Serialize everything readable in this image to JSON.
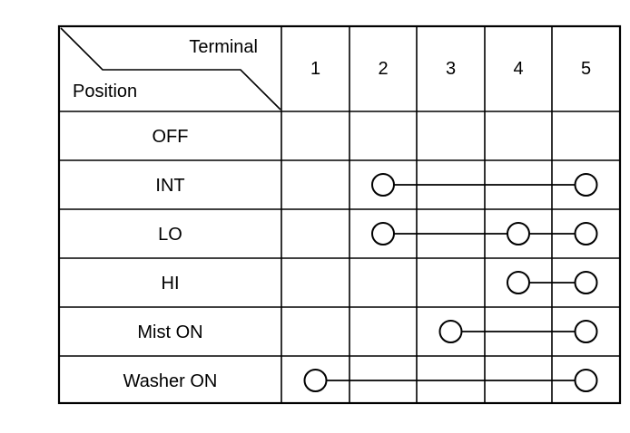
{
  "header": {
    "terminal_label": "Terminal",
    "position_label": "Position"
  },
  "terminals": [
    "1",
    "2",
    "3",
    "4",
    "5"
  ],
  "rows": [
    {
      "position": "OFF",
      "connected_terminals": []
    },
    {
      "position": "INT",
      "connected_terminals": [
        2,
        5
      ]
    },
    {
      "position": "LO",
      "connected_terminals": [
        2,
        4,
        5
      ]
    },
    {
      "position": "HI",
      "connected_terminals": [
        4,
        5
      ]
    },
    {
      "position": "Mist ON",
      "connected_terminals": [
        3,
        5
      ]
    },
    {
      "position": "Washer ON",
      "connected_terminals": [
        1,
        5
      ]
    }
  ]
}
